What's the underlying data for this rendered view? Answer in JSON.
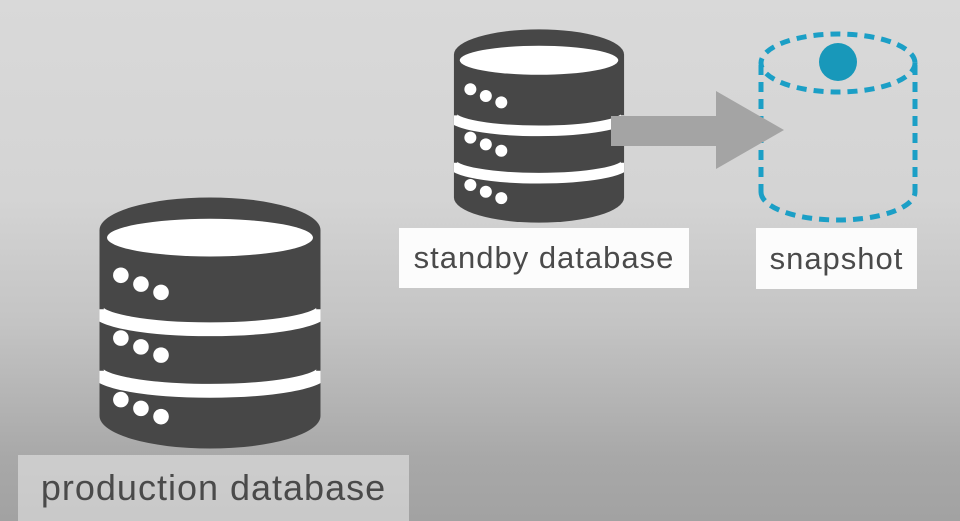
{
  "nodes": {
    "production": {
      "label": "production database"
    },
    "standby": {
      "label": "standby database"
    },
    "snapshot": {
      "label": "snapshot"
    }
  },
  "icons": {
    "production": "database-icon",
    "standby": "database-icon",
    "snapshot": "dashed-cylinder-icon",
    "snapshot_marker": "dot-icon",
    "flow": "arrow-right-icon"
  },
  "colors": {
    "database_icon": "#474747",
    "arrow": "#a4a4a4",
    "snapshot_stroke": "#1b9fc6",
    "snapshot_dot": "#1898ba",
    "label_background": "#fcfcfc",
    "label_text": "#4a4a4a",
    "background_top": "#d9d9d9",
    "background_bottom": "#a2a2a2"
  }
}
